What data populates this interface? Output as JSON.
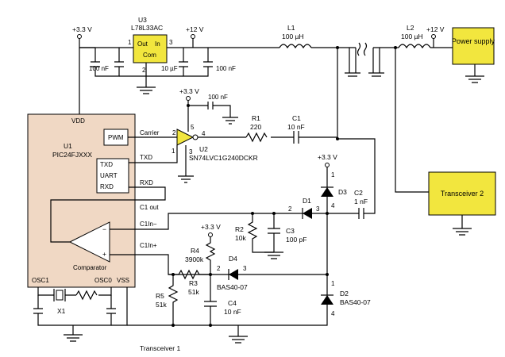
{
  "rails": {
    "v33": "+3.3 V",
    "v12": "+12 V"
  },
  "u3": {
    "ref": "U3",
    "part": "L78L33AC",
    "out": "Out",
    "in": "In",
    "com": "Com",
    "pin1": "1",
    "pin2": "2",
    "pin3": "3"
  },
  "caps": {
    "c_100n_a": "100 nF",
    "c_10u": "10 µF",
    "c_100n_b": "100 nF",
    "c_100n_u2": "100 nF",
    "c1_ref": "C1",
    "c1_val": "10 nF",
    "c2_ref": "C2",
    "c2_val": "1 nF",
    "c3_ref": "C3",
    "c3_val": "100 pF",
    "c4_ref": "C4",
    "c4_val": "10 nF"
  },
  "inductors": {
    "l1_ref": "L1",
    "l1_val": "100 µH",
    "l2_ref": "L2",
    "l2_val": "100 µH"
  },
  "power_supply": "Power supply",
  "transceiver2": "Transceiver 2",
  "transceiver1": "Transceiver 1",
  "u1": {
    "ref": "U1",
    "part": "PIC24FJXXX",
    "vdd": "VDD",
    "pwm": "PWM",
    "carrier": "Carrier",
    "txd": "TXD",
    "uart": "UART",
    "rxd": "RXD",
    "txd_pin": "TXD",
    "rxd_pin": "RXD",
    "c1out": "C1 out",
    "c1inm": "C1In−",
    "c1inp": "C1In+",
    "comparator": "Comparator",
    "osc1": "OSC1",
    "osc0": "OSC0",
    "vss": "VSS",
    "minus": "−",
    "plus": "+"
  },
  "u2": {
    "ref": "U2",
    "part": "SN74LVC1G240DCKR",
    "p1": "1",
    "p2": "2",
    "p3": "3",
    "p4": "4",
    "p5": "5"
  },
  "resistors": {
    "r1_ref": "R1",
    "r1_val": "220",
    "r2_ref": "R2",
    "r2_val": "10k",
    "r3_ref": "R3",
    "r3_val": "51k",
    "r4_ref": "R4",
    "r4_val": "3900k",
    "r5_ref": "R5",
    "r5_val": "51k"
  },
  "diodes": {
    "d1": "D1",
    "d1_p2": "2",
    "d1_p3": "3",
    "d2": "D2",
    "d2_part": "BAS40-07",
    "d2_p1": "1",
    "d2_p4": "4",
    "d3": "D3",
    "d3_p1": "1",
    "d3_p4": "4",
    "d4": "D4",
    "d4_part": "BAS40-07",
    "d4_p2": "2",
    "d4_p3": "3"
  },
  "crystal": "X1"
}
